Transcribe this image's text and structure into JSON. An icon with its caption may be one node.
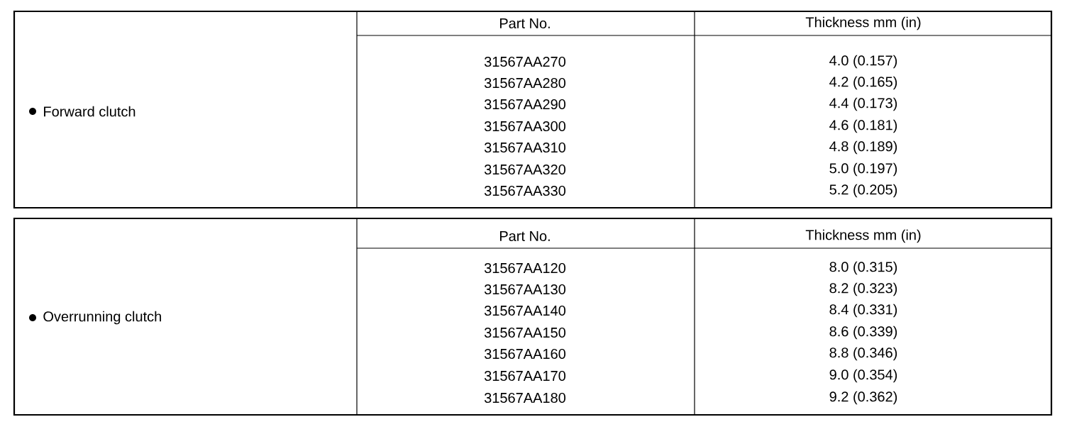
{
  "diagram": {
    "labels": [
      "Part No.",
      "Thickness mm (in)",
      "Forward clutch",
      "31567AA270",
      "4.0 (0.157)",
      "31567AA280",
      "4.2 (0.165)",
      "31567AA290",
      "4.4 (0.173)",
      "31567AA300",
      "4.6 (0.181)",
      "31567AA310",
      "4.8 (0.189)",
      "31567AA320",
      "5.0 (0.197)",
      "31567AA330",
      "5.2 (0.205)",
      "Part No.",
      "Thickness mm (in)",
      "Overrunning clutch",
      "31567AA120",
      "8.0 (0.315)",
      "31567AA130",
      "8.2 (0.323)",
      "31567AA140",
      "8.4 (0.331)",
      "31567AA150",
      "8.6 (0.339)",
      "31567AA160",
      "8.8 (0.346)",
      "31567AA170",
      "9.0 (0.354)",
      "31567AA180",
      "9.2 (0.362)"
    ]
  }
}
